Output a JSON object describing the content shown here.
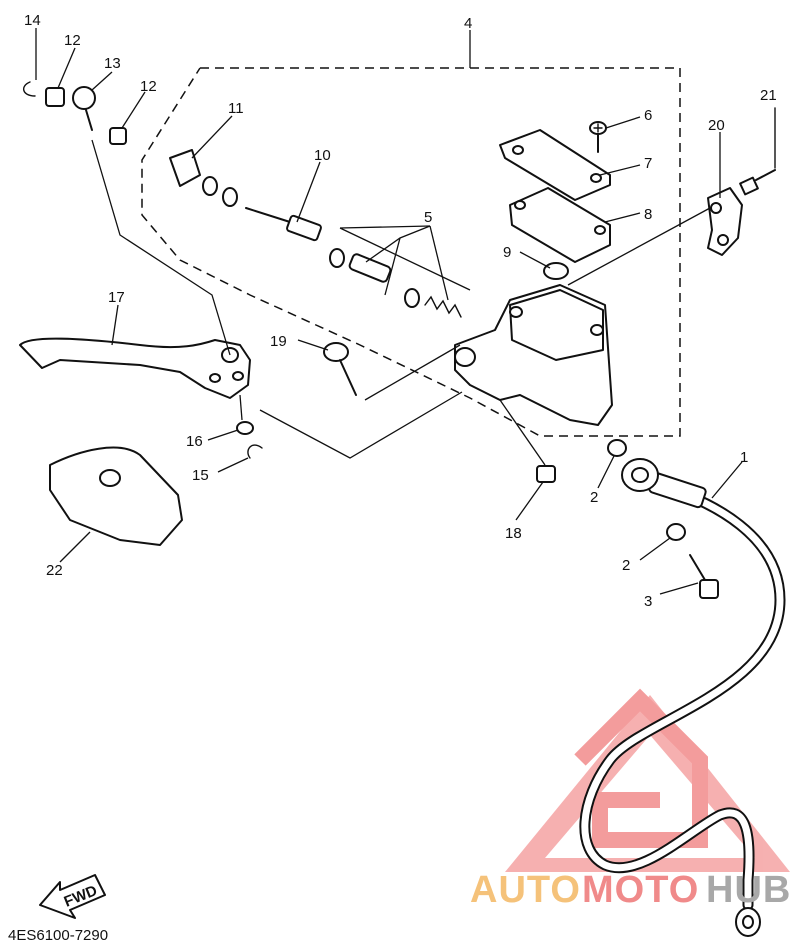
{
  "diagram": {
    "callouts": [
      "1",
      "2",
      "2",
      "3",
      "4",
      "5",
      "6",
      "7",
      "8",
      "9",
      "10",
      "11",
      "12",
      "12",
      "13",
      "14",
      "15",
      "16",
      "17",
      "18",
      "19",
      "20",
      "21",
      "22"
    ],
    "fwd_label": "FWD",
    "part_code": "4ES6100-7290"
  },
  "watermark": {
    "auto": "AUTO",
    "moto": "MOTO",
    "hub": "HUB",
    "colors": {
      "auto": "#f5c27a",
      "moto": "#f08a8a",
      "hub": "#a8a8a8",
      "logo": "#f28b8b"
    }
  }
}
